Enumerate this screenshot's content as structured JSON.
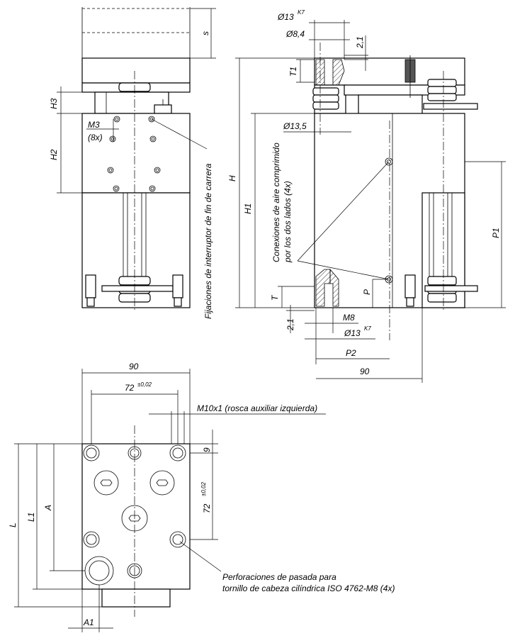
{
  "labels": {
    "s": "s",
    "h3": "H3",
    "h2": "H2",
    "m3": "M3",
    "m3_count": "(8x)",
    "limit_switch_note": "Fijaciones de interruptor de fin de carrera",
    "h": "H",
    "h1": "H1",
    "t1": "T1",
    "t": "T",
    "p": "P",
    "p1": "P1",
    "p2": "P2",
    "dia13_top": "Ø13",
    "k7_top": "K7",
    "dia8_4": "Ø8,4",
    "dim2_1_top": "2,1",
    "dia13_5": "Ø13,5",
    "air_note_1": "Conexiones de aire comprimido",
    "air_note_2": "por los dos lados (4x)",
    "m8": "M8",
    "dia13_bot": "Ø13",
    "k7_bot": "K7",
    "dim2_1_bot": "2,1",
    "dim90_side": "90",
    "dim90_bottom": "90",
    "dim72_h": "72",
    "tol72_h": "±0,02",
    "m10_note": "M10x1 (rosca auxiliar izquierda)",
    "dim9": "9",
    "dim72_v": "72",
    "tol72_v": "±0,02",
    "l": "L",
    "l1": "L1",
    "a": "A",
    "a1": "A1",
    "bore_note_1": "Perforaciones de pasada para",
    "bore_note_2": "tornillo de cabeza cilíndrica ISO 4762-M8 (4x)"
  }
}
